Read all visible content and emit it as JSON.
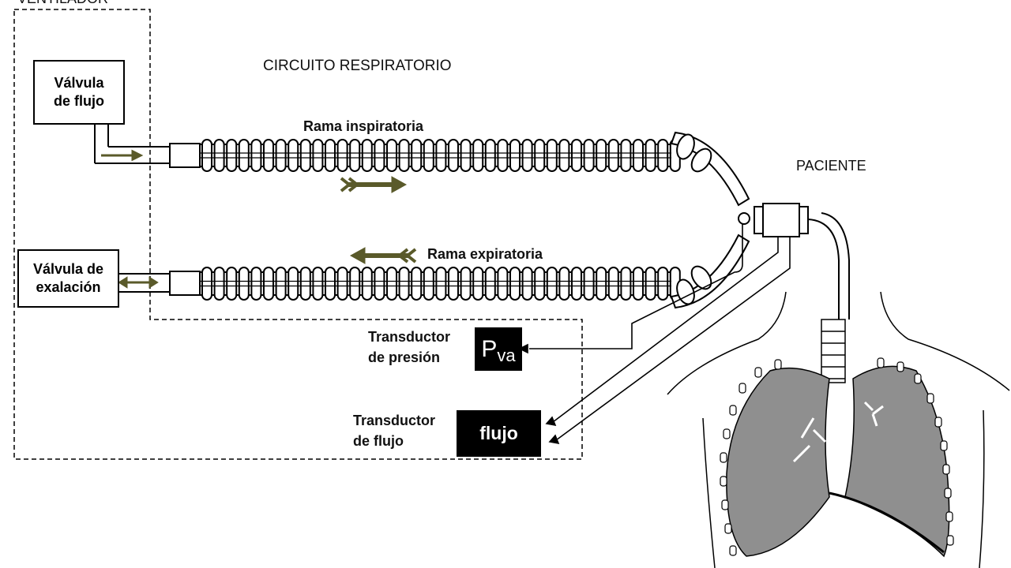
{
  "labels": {
    "ventilator": "VENTILADOR",
    "circuit": "CIRCUITO RESPIRATORIO",
    "patient": "PACIENTE",
    "inspiratory_limb": "Rama inspiratoria",
    "expiratory_limb": "Rama expiratoria"
  },
  "components": {
    "flow_valve": [
      "Válvula",
      "de flujo"
    ],
    "exhalation_valve": [
      "Válvula de",
      "exalación"
    ],
    "pressure_transducer": [
      "Transductor",
      "de presión"
    ],
    "flow_transducer": [
      "Transductor",
      "de flujo"
    ],
    "pressure_box": {
      "main": "P",
      "sub": "va"
    },
    "flow_box": "flujo"
  },
  "colors": {
    "arrow": "#5a5a2a",
    "lung": "#8f8f8f",
    "box": "#000000"
  }
}
